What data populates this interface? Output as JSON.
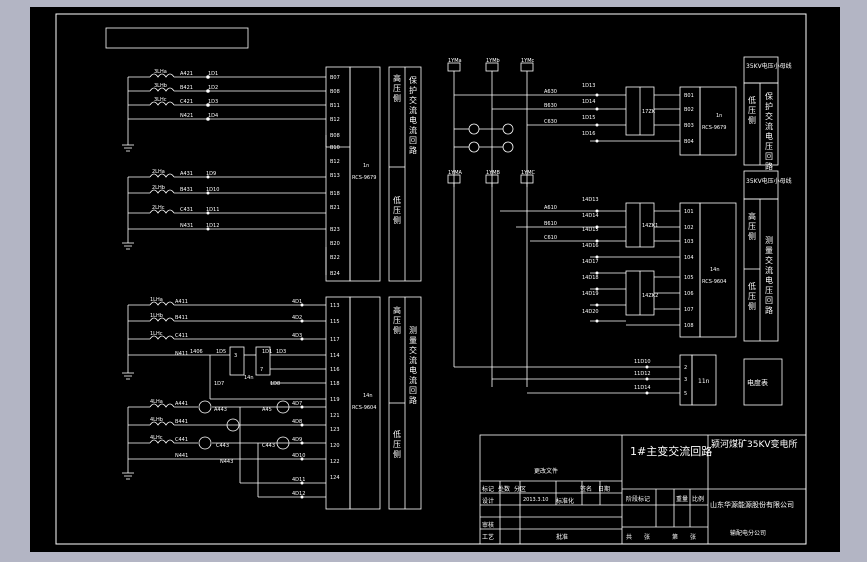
{
  "title_block": {
    "drawing_title": "1#主变交流回路",
    "company_name": "颍河煤矿35KV变电所",
    "designer_company": "山东华源能源股份有限公司",
    "branch": "输配电分公司",
    "mark": "标记",
    "count": "处数",
    "zone": "分区",
    "change_doc": "更改文件",
    "signature": "签名",
    "date_label": "日期",
    "design": "设计",
    "standardize": "标准化",
    "stage_mark": "阶段标记",
    "weight": "重量",
    "scale": "比例",
    "review": "审核",
    "process": "工艺",
    "approve": "批准",
    "sheets_total": "共",
    "sheet": "张",
    "sheet_no": "第",
    "sheet_unit": "张",
    "design_date": "2013.3.10"
  },
  "left_top": {
    "ct_labels": [
      "3LHa",
      "3LHb",
      "3LHc"
    ],
    "wires": [
      "A421",
      "B421",
      "C421",
      "N421"
    ],
    "terms": [
      "1D1",
      "1D2",
      "1D3",
      "1D4"
    ],
    "pins": [
      "B07",
      "B08",
      "B11",
      "B12",
      "B08",
      "B10",
      "B12",
      "B13"
    ],
    "device": "1n",
    "model": "RCS-9679",
    "side_high": "高压侧",
    "side_protect": "保护交流电流回路"
  },
  "left_mid": {
    "ct_labels": [
      "2LHa",
      "2LHb",
      "2LHc"
    ],
    "wires": [
      "A431",
      "B431",
      "C431",
      "N431"
    ],
    "terms": [
      "1D9",
      "1D10",
      "1D11",
      "1D12"
    ],
    "pins": [
      "B18",
      "B21",
      "B23",
      "B20",
      "B22",
      "B24"
    ],
    "side_low": "低压侧"
  },
  "left_bottom": {
    "ct_labels_top": [
      "1LHa",
      "1LHb",
      "1LHc"
    ],
    "wires_top": [
      "A411",
      "B411",
      "C411",
      "N411"
    ],
    "terms_top": [
      "4D1",
      "4D2",
      "4D3"
    ],
    "ct_labels_bot": [
      "4LHa",
      "4LHb",
      "4LHc"
    ],
    "wires_bot": [
      "A441",
      "B441",
      "C441",
      "N441"
    ],
    "mid_wires": [
      "A443",
      "A45",
      "C443",
      "C443",
      "N443"
    ],
    "terms_bot": [
      "4D7",
      "4D8",
      "4D9",
      "4D10",
      "4D11",
      "4D12"
    ],
    "pins": [
      "113",
      "115",
      "117",
      "114",
      "116",
      "118",
      "119",
      "121",
      "123",
      "120",
      "122",
      "124"
    ],
    "device": "14n",
    "model": "RCS-9604",
    "side_high": "高压侧",
    "side_low": "低压侧",
    "side_measure": "测量交流电流回路",
    "inner": [
      "1406",
      "1D7",
      "1D5",
      "1D8",
      "1D3",
      "1D1",
      "3",
      "7",
      "14n"
    ]
  },
  "right_top": {
    "vt_labels": [
      "1YMa",
      "1YMb",
      "1YMc"
    ],
    "wires": [
      "A630",
      "B630",
      "C630"
    ],
    "terms": [
      "1D13",
      "1D14",
      "1D15",
      "1D16"
    ],
    "box": "17ZK",
    "pins": [
      "B01",
      "B02",
      "B03",
      "B04"
    ],
    "device": "1n",
    "model": "RCS-9679",
    "header": "35KV电压小母线",
    "side": "低压侧",
    "side_protect": "保护交流电压回路"
  },
  "right_mid": {
    "vt_labels": [
      "1YMA",
      "1YMB",
      "1YMC"
    ],
    "wires": [
      "A610",
      "B610",
      "C610"
    ],
    "terms": [
      "14D13",
      "14D14",
      "14D15",
      "14D16",
      "14D17",
      "14D18",
      "14D19",
      "14D20"
    ],
    "boxes": [
      "14ZK1",
      "14ZK2"
    ],
    "pins": [
      "101",
      "102",
      "103",
      "104",
      "105",
      "106",
      "107",
      "108"
    ],
    "device": "14n",
    "model": "RCS-9604",
    "header": "35KV电压小母线",
    "side_high": "高压侧",
    "side_low": "低压侧",
    "side_measure": "测量交流电压回路"
  },
  "right_bottom": {
    "terms": [
      "11D10",
      "11D12",
      "11D14"
    ],
    "pins": [
      "2",
      "3",
      "5"
    ],
    "device": "11n",
    "label": "电度表"
  }
}
